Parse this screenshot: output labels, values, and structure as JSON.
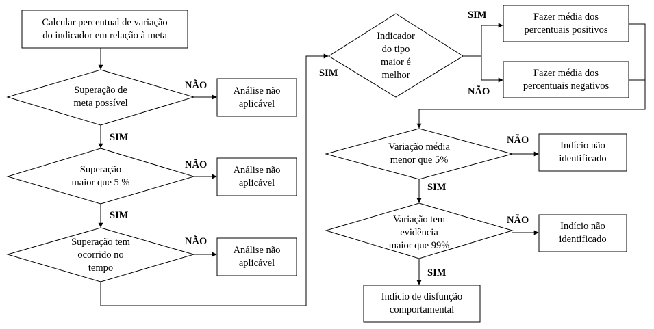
{
  "diagram": {
    "nodes": {
      "calc": [
        "Calcular percentual de variação",
        "do indicador em relação à meta"
      ],
      "d_superacao_meta": [
        "Superação de",
        "meta possível"
      ],
      "d_superacao_5": [
        "Superação",
        "maior que 5 %"
      ],
      "d_superacao_tempo": [
        "Superação tem",
        "ocorrido no",
        "tempo"
      ],
      "na1": [
        "Análise não",
        "aplicável"
      ],
      "na2": [
        "Análise não",
        "aplicável"
      ],
      "na3": [
        "Análise não",
        "aplicável"
      ],
      "d_tipo": [
        "Indicador",
        "do tipo",
        "maior é",
        "melhor"
      ],
      "media_pos": [
        "Fazer média dos",
        "percentuais positivos"
      ],
      "media_neg": [
        "Fazer média dos",
        "percentuais negativos"
      ],
      "d_media5": [
        "Variação média",
        "menor que 5%"
      ],
      "ni1": [
        "Indício não",
        "identificado"
      ],
      "d_evid99": [
        "Variação tem",
        "evidência",
        "maior que 99%"
      ],
      "ni2": [
        "Indício não",
        "identificado"
      ],
      "disfuncao": [
        "Indício de disfunção",
        "comportamental"
      ]
    },
    "edge_labels": {
      "nao1": "NÃO",
      "sim1": "SIM",
      "nao2": "NÃO",
      "sim2": "SIM",
      "nao3": "NÃO",
      "sim_tipo_yes": "SIM",
      "sim_tipo_entry": "SIM",
      "nao_tipo": "NÃO",
      "nao4": "NÃO",
      "sim4": "SIM",
      "nao5": "NÃO",
      "sim5": "SIM"
    },
    "stroke_color": "#000000",
    "fill_color": "#ffffff"
  }
}
